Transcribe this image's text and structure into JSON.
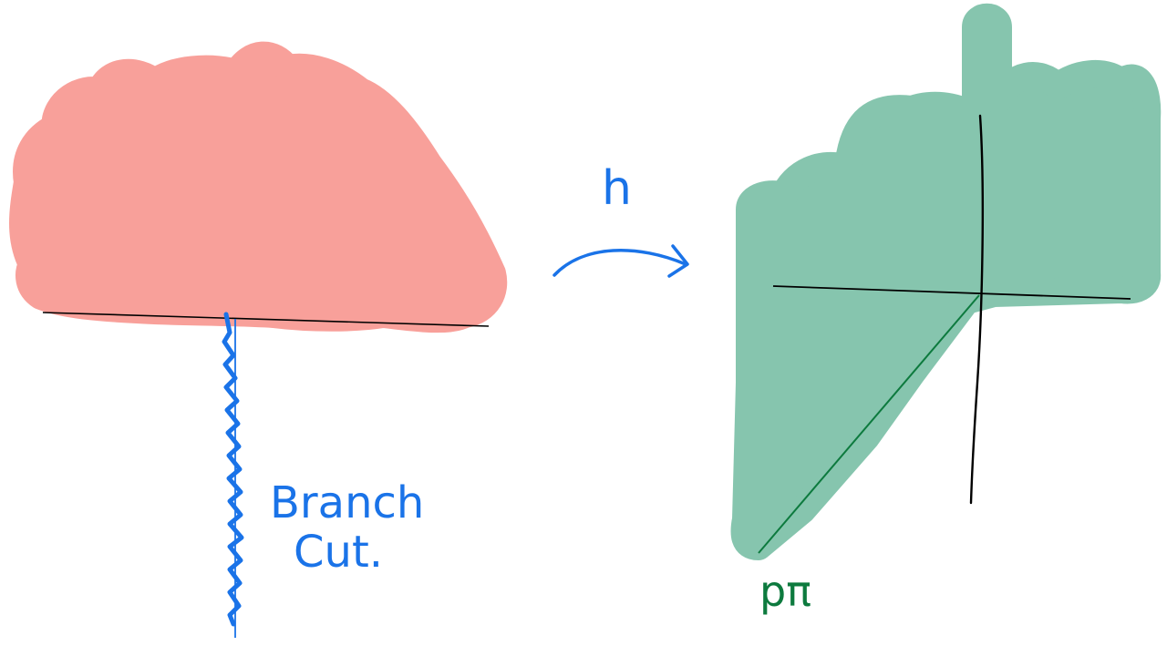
{
  "labels": {
    "map": "h",
    "branch_cut_line1": "Branch",
    "branch_cut_line2": "Cut.",
    "angle": "pπ"
  },
  "colors": {
    "domain_fill": "#f8a09a",
    "image_fill": "#86c5ae",
    "ink_blue": "#1a73e8",
    "ink_green": "#0d7a3e",
    "axis": "#000000"
  }
}
